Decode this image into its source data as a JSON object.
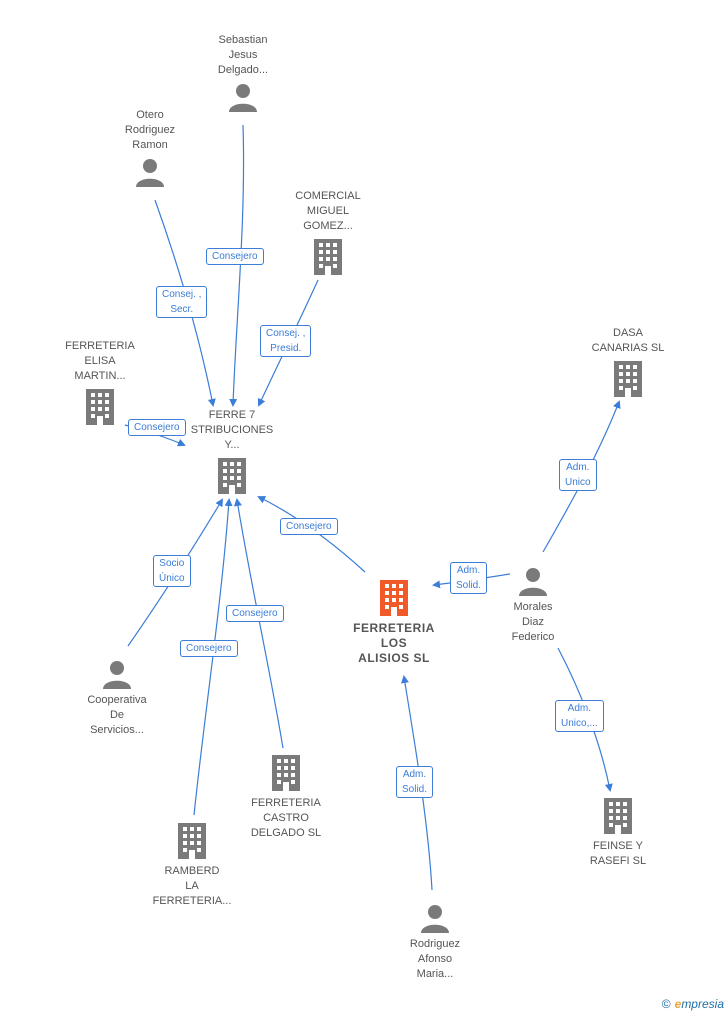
{
  "colors": {
    "edge": "#3b7dd8",
    "node": "#7a7a7a",
    "main": "#f05a28"
  },
  "nodes": {
    "sebastian": {
      "label": "Sebastian\nJesus\nDelgado...",
      "icon": "person-icon"
    },
    "otero": {
      "label": "Otero\nRodriguez\nRamon",
      "icon": "person-icon"
    },
    "comercial": {
      "label": "COMERCIAL\nMIGUEL\nGOMEZ...",
      "icon": "building-icon"
    },
    "elisa": {
      "label": "FERRETERIA\nELISA\nMARTIN...",
      "icon": "building-icon"
    },
    "ferre7": {
      "label": "FERRE 7\nSTRIBUCIONES\nY...",
      "icon": "building-icon"
    },
    "dasa": {
      "label": "DASA\nCANARIAS  SL",
      "icon": "building-icon"
    },
    "alisios": {
      "label": "FERRETERIA\nLOS\nALISIOS  SL",
      "icon": "building-icon"
    },
    "morales": {
      "label": "Morales\nDiaz\nFederico",
      "icon": "person-icon"
    },
    "cooperativa": {
      "label": "Cooperativa\nDe\nServicios...",
      "icon": "person-icon"
    },
    "castro": {
      "label": "FERRETERIA\nCASTRO\nDELGADO  SL",
      "icon": "building-icon"
    },
    "ramberd": {
      "label": "RAMBERD\nLA\nFERRETERIA...",
      "icon": "building-icon"
    },
    "feinse": {
      "label": "FEINSE Y\nRASEFI  SL",
      "icon": "building-icon"
    },
    "rodriguez": {
      "label": "Rodriguez\nAfonso\nMaria...",
      "icon": "person-icon"
    }
  },
  "badges": {
    "sebastian_consejero": "Consejero",
    "otero_consej": "Consej. ,\nSecr.",
    "comercial_consej": "Consej. ,\nPresid.",
    "elisa_consejero": "Consejero",
    "alisios_consejero": "Consejero",
    "cooperativa_socio": "Socio\nÚnico",
    "castro_consejero": "Consejero",
    "ramberd_consejero": "Consejero",
    "morales_adm_solid": "Adm.\nSolid.",
    "morales_adm_unico": "Adm.\nUnico",
    "morales_adm_unico2": "Adm.\nUnico,...",
    "rodriguez_adm_solid": "Adm.\nSolid."
  },
  "brand": {
    "copyright": "©",
    "e": "e",
    "name": "mpresia"
  }
}
